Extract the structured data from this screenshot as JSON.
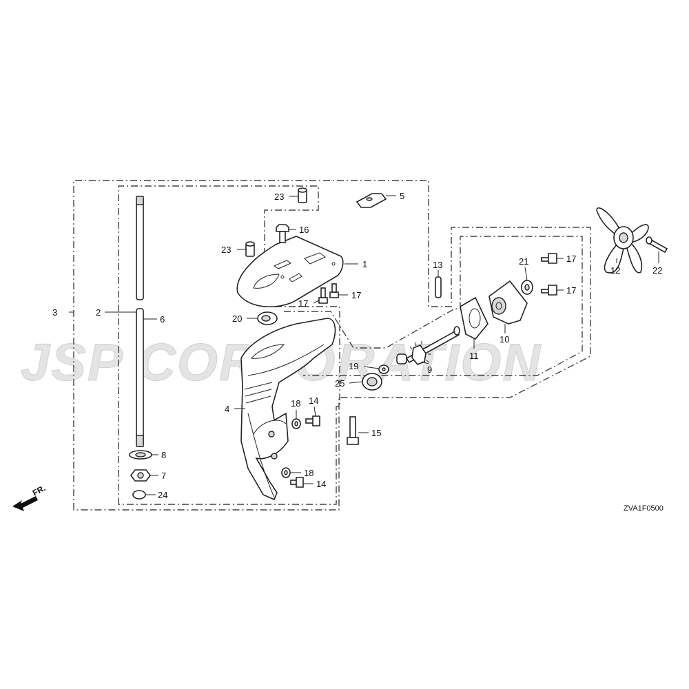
{
  "watermark": "JSP CORPORATION",
  "diagram_code": "ZVA1F0500",
  "direction_indicator": "FR.",
  "callouts": {
    "c1": "1",
    "c2": "2",
    "c3": "3",
    "c4": "4",
    "c5": "5",
    "c6": "6",
    "c7": "7",
    "c8": "8",
    "c9": "9",
    "c10": "10",
    "c11": "11",
    "c12": "12",
    "c13": "13",
    "c14a": "14",
    "c14b": "14",
    "c15": "15",
    "c16": "16",
    "c17a": "17",
    "c17b": "17",
    "c17c": "17",
    "c17d": "17",
    "c18a": "18",
    "c18b": "18",
    "c19": "19",
    "c20": "20",
    "c21": "21",
    "c22": "22",
    "c23a": "23",
    "c23b": "23",
    "c24": "24",
    "c25": "25"
  }
}
